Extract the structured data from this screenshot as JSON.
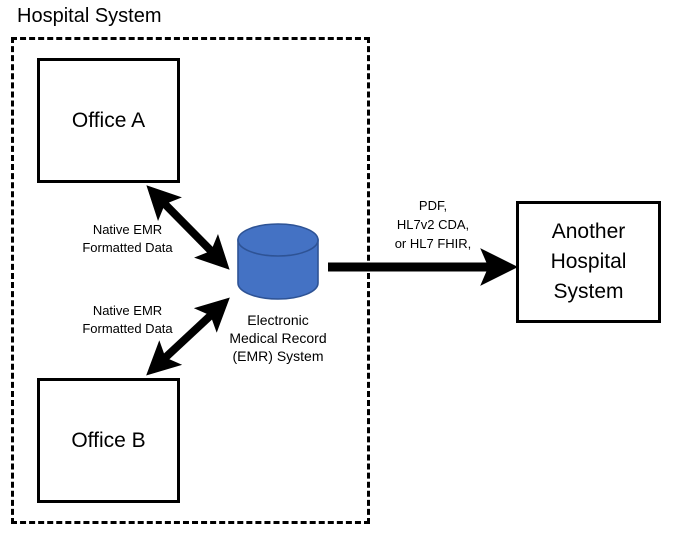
{
  "diagram": {
    "title": "Hospital System",
    "boundary_style": "dashed",
    "nodes": {
      "office_a": "Office A",
      "office_b": "Office B",
      "emr": {
        "line1": "Electronic",
        "line2": "Medical Record",
        "line3": "(EMR) System",
        "shape": "database-cylinder",
        "fill_color": "#4472C4",
        "stroke_color": "#2E5395"
      },
      "another_hospital": {
        "line1": "Another",
        "line2": "Hospital",
        "line3": "System"
      }
    },
    "edges": {
      "office_a_to_emr": {
        "line1": "Native EMR",
        "line2": "Formatted Data",
        "arrow": "double"
      },
      "office_b_to_emr": {
        "line1": "Native EMR",
        "line2": "Formatted Data",
        "arrow": "double"
      },
      "emr_to_another_hospital": {
        "line1": "PDF,",
        "line2": "HL7v2 CDA,",
        "line3": "or HL7 FHIR,",
        "arrow": "single"
      }
    },
    "colors": {
      "stroke": "#000000",
      "background": "#ffffff",
      "accent_blue": "#4472C4"
    }
  }
}
